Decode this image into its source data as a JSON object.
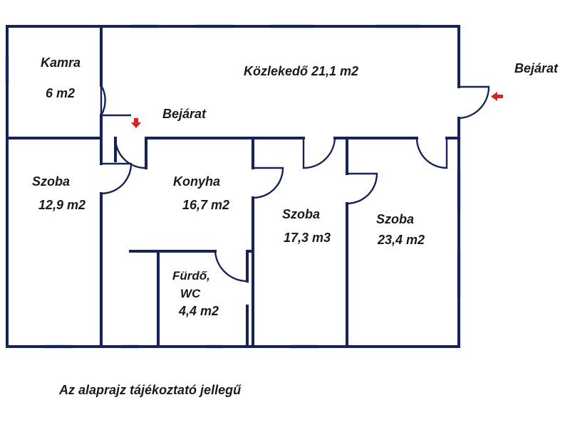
{
  "plan": {
    "rooms": [
      {
        "name": "Kamra",
        "area": "6 m2"
      },
      {
        "name": "Közlekedő",
        "area": "21,1 m2",
        "combined": "Közlekedő 21,1 m2"
      },
      {
        "name": "Szoba",
        "area": "12,9 m2"
      },
      {
        "name": "Konyha",
        "area": "16,7 m2"
      },
      {
        "name": "Szoba",
        "area": "17,3 m3"
      },
      {
        "name": "Szoba",
        "area": "23,4 m2"
      },
      {
        "name_line1": "Fürdő,",
        "name_line2": "WC",
        "area": "4,4 m2"
      }
    ],
    "entrances": [
      "Bejárat",
      "Bejárat"
    ],
    "colors": {
      "wall": "#14235e",
      "window": "#a9c6e6",
      "entrance_arrow": "#e02020"
    }
  },
  "note": "Az alaprajz tájékoztató jellegű"
}
